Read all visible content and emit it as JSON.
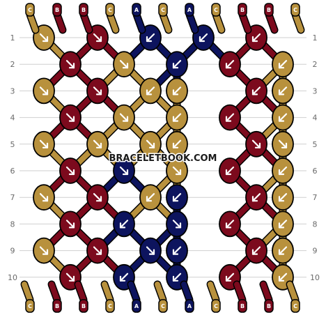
{
  "colors": {
    "C": "#b8913d",
    "B": "#7c0a1d",
    "A": "#0d145e",
    "outline": "#000000",
    "grid": "#cfcfcf",
    "arrow": "#ffffff"
  },
  "watermark": "BRACELETBOOK.COM",
  "row_labels": [
    "1",
    "2",
    "3",
    "4",
    "5",
    "6",
    "7",
    "8",
    "9",
    "10"
  ],
  "top_strands": [
    "C",
    "B",
    "B",
    "C",
    "A",
    "C",
    "A",
    "C",
    "B",
    "B",
    "C"
  ],
  "bottom_strands": [
    "C",
    "B",
    "B",
    "C",
    "A",
    "C",
    "A",
    "C",
    "B",
    "B",
    "C"
  ],
  "knot_rows": [
    {
      "row": 1,
      "knots": [
        {
          "c": "C",
          "dir": "se"
        },
        {
          "c": "B",
          "dir": "se"
        },
        {
          "c": "A",
          "dir": "sw"
        },
        {
          "c": "A",
          "dir": "sw"
        },
        {
          "c": "B",
          "dir": "sw"
        }
      ]
    },
    {
      "row": 2,
      "knots": [
        {
          "c": "B",
          "dir": "se"
        },
        {
          "c": "C",
          "dir": "se"
        },
        {
          "c": "A",
          "dir": "sw"
        },
        {
          "c": "B",
          "dir": "sw"
        },
        {
          "c": "C",
          "dir": "sw"
        }
      ]
    },
    {
      "row": 3,
      "knots": [
        {
          "c": "C",
          "dir": "se"
        },
        {
          "c": "B",
          "dir": "se"
        },
        {
          "c": "C",
          "dir": "sw"
        },
        {
          "c": "C",
          "dir": "sw"
        },
        {
          "c": "B",
          "dir": "sw"
        },
        {
          "c": "C",
          "dir": "sw"
        }
      ]
    },
    {
      "row": 4,
      "knots": [
        {
          "c": "B",
          "dir": "se"
        },
        {
          "c": "C",
          "dir": "se"
        },
        {
          "c": "C",
          "dir": "sw"
        },
        {
          "c": "B",
          "dir": "sw"
        },
        {
          "c": "C",
          "dir": "sw"
        }
      ]
    },
    {
      "row": 5,
      "knots": [
        {
          "c": "C",
          "dir": "se"
        },
        {
          "c": "C",
          "dir": "se"
        },
        {
          "c": "C",
          "dir": "se"
        },
        {
          "c": "C",
          "dir": "sw"
        },
        {
          "c": "B",
          "dir": "se"
        },
        {
          "c": "C",
          "dir": "se"
        }
      ]
    },
    {
      "row": 6,
      "knots": [
        {
          "c": "B",
          "dir": "se"
        },
        {
          "c": "A",
          "dir": "se"
        },
        {
          "c": "C",
          "dir": "se"
        },
        {
          "c": "B",
          "dir": "sw"
        },
        {
          "c": "C",
          "dir": "sw"
        }
      ]
    },
    {
      "row": 7,
      "knots": [
        {
          "c": "C",
          "dir": "se"
        },
        {
          "c": "B",
          "dir": "se"
        },
        {
          "c": "C",
          "dir": "sw"
        },
        {
          "c": "A",
          "dir": "sw"
        },
        {
          "c": "B",
          "dir": "sw"
        },
        {
          "c": "C",
          "dir": "sw"
        }
      ]
    },
    {
      "row": 8,
      "knots": [
        {
          "c": "B",
          "dir": "se"
        },
        {
          "c": "A",
          "dir": "sw"
        },
        {
          "c": "A",
          "dir": "se"
        },
        {
          "c": "B",
          "dir": "sw"
        },
        {
          "c": "C",
          "dir": "sw"
        }
      ]
    },
    {
      "row": 9,
      "knots": [
        {
          "c": "C",
          "dir": "se"
        },
        {
          "c": "B",
          "dir": "se"
        },
        {
          "c": "A",
          "dir": "se"
        },
        {
          "c": "A",
          "dir": "sw"
        },
        {
          "c": "B",
          "dir": "sw"
        },
        {
          "c": "C",
          "dir": "sw"
        }
      ]
    },
    {
      "row": 10,
      "knots": [
        {
          "c": "B",
          "dir": "se"
        },
        {
          "c": "A",
          "dir": "sw"
        },
        {
          "c": "A",
          "dir": "sw"
        },
        {
          "c": "B",
          "dir": "sw"
        },
        {
          "c": "C",
          "dir": "sw"
        }
      ]
    }
  ]
}
